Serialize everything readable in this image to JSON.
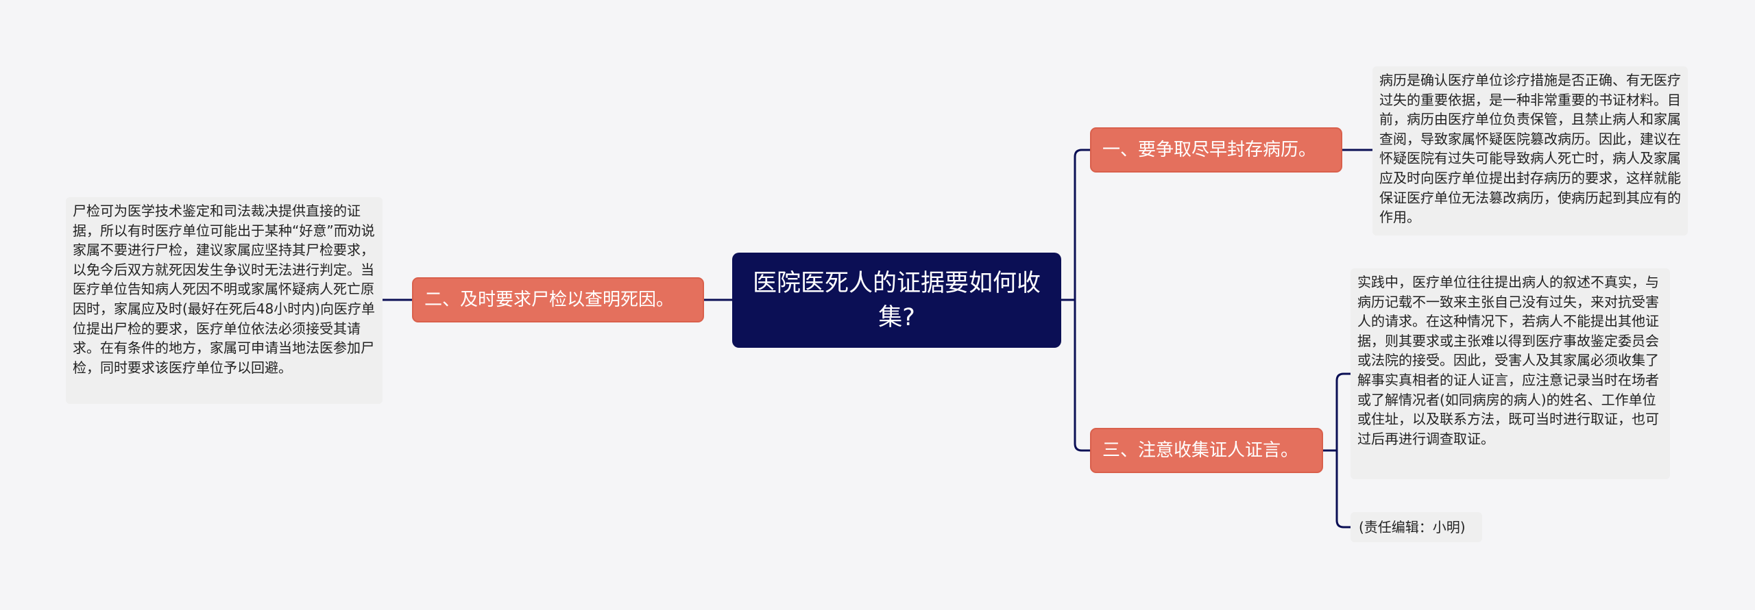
{
  "diagram": {
    "root": {
      "label": "医院医死人的证据要如何收集?"
    },
    "branches": [
      {
        "label": "一、要争取尽早封存病历。",
        "details": [
          "病历是确认医疗单位诊疗措施是否正确、有无医疗过失的重要依据，是一种非常重要的书证材料。目前，病历由医疗单位负责保管，且禁止病人和家属查阅，导致家属怀疑医院篡改病历。因此，建议在怀疑医院有过失可能导致病人死亡时，病人及家属应及时向医疗单位提出封存病历的要求，这样就能保证医疗单位无法篡改病历，使病历起到其应有的作用。"
        ]
      },
      {
        "label": "二、及时要求尸检以查明死因。",
        "details": [
          "尸检可为医学技术鉴定和司法裁决提供直接的证据，所以有时医疗单位可能出于某种“好意”而劝说家属不要进行尸检，建议家属应坚持其尸检要求，以免今后双方就死因发生争议时无法进行判定。当医疗单位告知病人死因不明或家属怀疑病人死亡原因时，家属应及时(最好在死后48小时内)向医疗单位提出尸检的要求，医疗单位依法必须接受其请求。在有条件的地方，家属可申请当地法医参加尸检，同时要求该医疗单位予以回避。"
        ]
      },
      {
        "label": "三、注意收集证人证言。",
        "details": [
          "实践中，医疗单位往往提出病人的叙述不真实，与病历记载不一致来主张自己没有过失，来对抗受害人的请求。在这种情况下，若病人不能提出其他证据，则其要求或主张难以得到医疗事故鉴定委员会或法院的接受。因此，受害人及其家属必须收集了解事实真相者的证人证言，应注意记录当时在场者或了解情况者(如同病房的病人)的姓名、工作单位或住址，以及联系方法，既可当时进行取证，也可过后再进行调查取证。",
          "(责任编辑：小明)"
        ]
      }
    ]
  },
  "colors": {
    "root_fill": "#0b0f55",
    "branch_fill": "#e4705d",
    "leaf_fill": "#efefef",
    "connector": "#0b0f55",
    "background": "#f5f5f7"
  }
}
